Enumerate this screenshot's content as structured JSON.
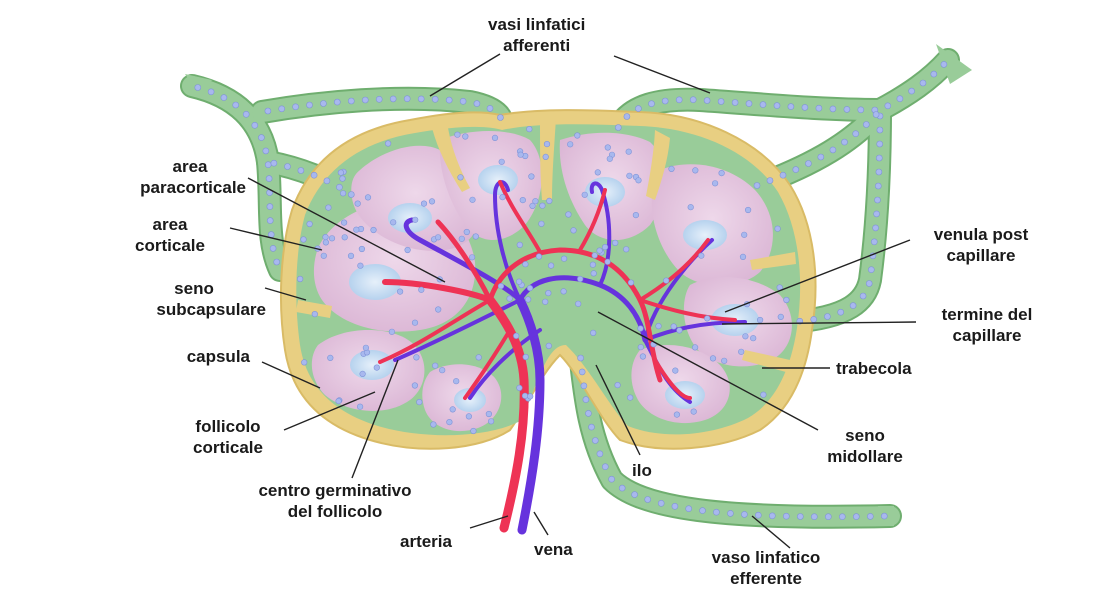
{
  "labels": {
    "vasi_linfatici_afferenti": [
      "vasi linfatici",
      "afferenti"
    ],
    "area_paracorticale": [
      "area",
      "paracorticale"
    ],
    "area_corticale": [
      "area",
      "corticale"
    ],
    "seno_subcapsulare": [
      "seno",
      "subcapsulare"
    ],
    "capsula": [
      "capsula"
    ],
    "follicolo_corticale": [
      "follicolo",
      "corticale"
    ],
    "centro_germinativo": [
      "centro germinativo",
      "del follicolo"
    ],
    "arteria": [
      "arteria"
    ],
    "vena": [
      "vena"
    ],
    "vaso_linfatico_efferente": [
      "vaso linfatico",
      "efferente"
    ],
    "ilo": [
      "ilo"
    ],
    "seno_midollare": [
      "seno",
      "midollare"
    ],
    "trabecola": [
      "trabecola"
    ],
    "termine_del_capillare": [
      "termine del",
      "capillare"
    ],
    "venula_post_capillare": [
      "venula post",
      "capillare"
    ]
  },
  "colors": {
    "capsule": "#e8cf82",
    "lymph_vessel": "#99cc99",
    "lymph_vessel_edge": "#6fae6f",
    "cortex": "#e4c4de",
    "germinal_center": "#c8dff2",
    "artery": "#ee3355",
    "vein": "#6633dd",
    "cell": "#a8b8ee",
    "leader_line": "#222222"
  }
}
